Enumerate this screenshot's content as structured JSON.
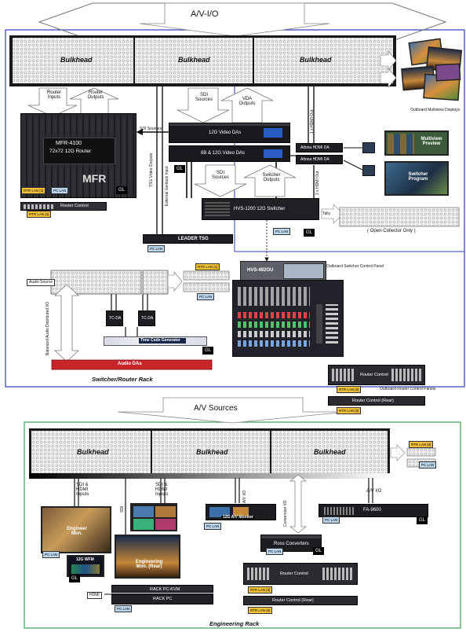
{
  "top": {
    "title": "A/V-I/O",
    "bulkheads": [
      "Bulkhead",
      "Bulkhead",
      "Bulkhead"
    ],
    "outboard_multiview": "Outboard Multiview Displays",
    "router_inputs": "Router Inputs",
    "router_outputs": "Router Outputs",
    "sdi_sources_arrow": "SDI Sources",
    "vda_outputs_arrow": "VDA Outputs",
    "sdi_sources_side": "SDI Sources",
    "router": {
      "model": "MFR-4100",
      "desc": "72x72 12G Router",
      "logo": "MFR"
    },
    "video_das_12g": "12G Video DAs",
    "video_das_8b": "8B & 12G Video DAs",
    "sdi_sources_mid": "SDI Sources",
    "switcher_outputs": "Switcher Outputs",
    "switcher": "HVS-1200 12G Switcher",
    "tally": "Tally",
    "open_collector": "( Open-Collector Only )",
    "router_control": "Router Control",
    "tsg": "LEADER TSG",
    "tsg_video_outputs": "TSG Video Outputs",
    "external_genlock": "External Genlock Input",
    "atlona_1": "Atlona HDMI DA",
    "atlona_2": "Atlona HDMI DA",
    "hdmi_out_1": "1 x HDMI Out",
    "hdmi_out_2": "2 x HDMI Out",
    "multiview_preview": "Multiview Preview",
    "switcher_program": "Switcher Program",
    "audio_source": "Audio Source",
    "balanced_audio": "Balanced Audio Distributed I/O",
    "tc_da_1": "TC-DA",
    "tc_da_2": "TC-DA",
    "timecode_gen": "Time Code Generator",
    "audio_das": "Audio DAs",
    "rack_caption": "Switcher/Router Rack",
    "panel_model": "HVS-492OU",
    "outboard_panel": "Outboard Switcher Control Panel",
    "outboard_router_panels": "Outboard Router Control Panels",
    "router_control_panel": "Router Control",
    "router_control_rear": "Router Control (Rear)"
  },
  "tags": {
    "rtr1": "RTR LAN [1]",
    "rtr2": "RTR LAN [2]",
    "rtr3": "RTR LAN [3]",
    "rtr4": "RTR LAN [4]",
    "rtr5": "RTR LAN [5]",
    "rtr6": "RTR LAN [6]",
    "pc": "PC LAN",
    "gl": "GL"
  },
  "bottom": {
    "title": "A/V Sources",
    "bulkheads": [
      "Bulkhead",
      "Bulkhead",
      "Bulkhead"
    ],
    "sdi_hdmi_1": "SDI & HDMI Inputs",
    "sdi_hdmi_2": "SDI & HDMI Inputs",
    "sdi": "SDI",
    "av_io_1": "A/V I/O",
    "conversion_io": "Conversion I/O",
    "av_io_2": "A/V I/O",
    "engineer_mon": "Engineer Mon.",
    "wfm": "12G WFM",
    "eng_mon_rear": "Engineering Mon. (Rear)",
    "av_monitor": "12G A/V Monitor",
    "ross": "Ross Converters",
    "fa9600": "FA-9600",
    "rack_kvm": "RACK PC-KVM",
    "rack_pc": "RACK PC",
    "hdmi": "HDMI",
    "router_control": "Router Control",
    "router_control_rear": "Router Control (Rear)",
    "rack_caption": "Engineering Rack"
  },
  "colors": {
    "top_border": "#2a3fb8",
    "bottom_border": "#3fa05a",
    "rtr_tag": "#f5c23a",
    "pc_tag": "#bcd6ee",
    "audio_da": "#c8242a"
  }
}
